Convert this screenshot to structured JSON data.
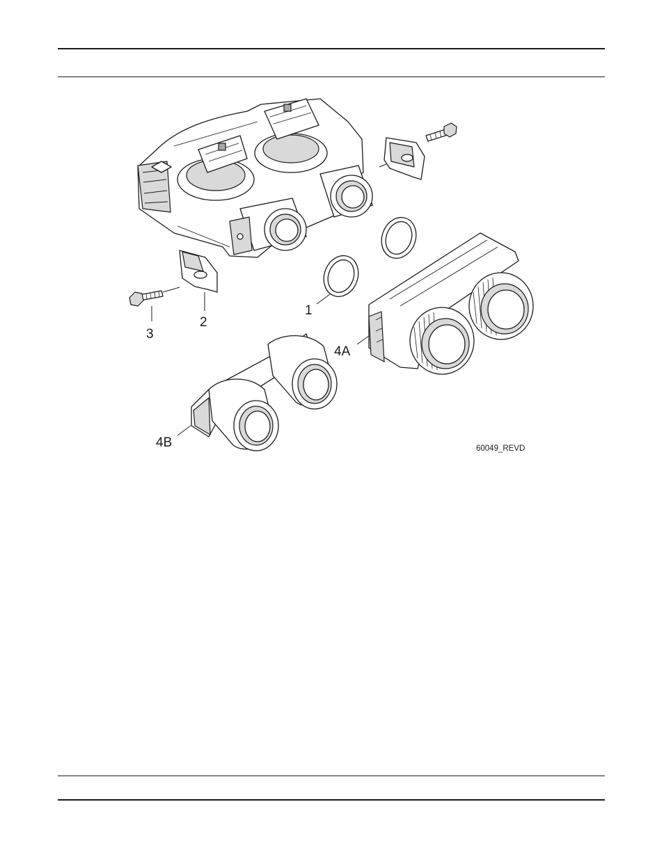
{
  "figure": {
    "callouts": {
      "c1": "1",
      "c2": "2",
      "c3": "3",
      "c4a": "4A",
      "c4b": "4B"
    },
    "drawing_id": "60049_REVD"
  }
}
